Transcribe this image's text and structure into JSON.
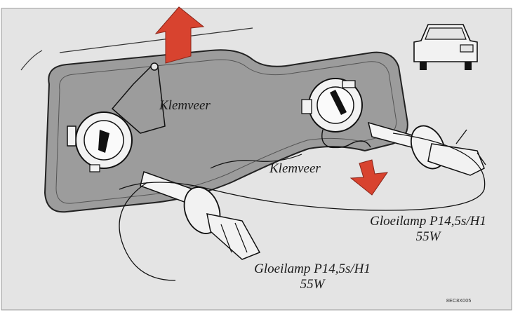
{
  "diagram": {
    "labels": {
      "clip_spring_left": "Klemveer",
      "clip_spring_right": "Klemveer",
      "bulb_right_name": "Gloeilamp P14,5s/H1",
      "bulb_right_watts": "55W",
      "bulb_left_name": "Gloeilamp P14,5s/H1",
      "bulb_left_watts": "55W"
    },
    "reference_code": "8EC8X005",
    "colors": {
      "background": "#e4e4e4",
      "housing": "#9c9c9c",
      "arrow": "#d8432f",
      "line": "#1a1a1a"
    },
    "icons": [
      "car-front-icon",
      "arrow-up-icon",
      "arrow-down-icon"
    ]
  }
}
